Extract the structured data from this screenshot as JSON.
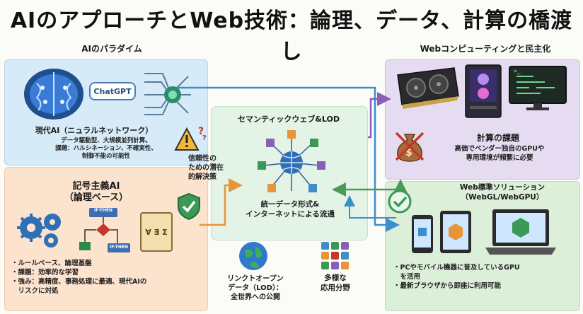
{
  "title": "AIのアプローチとWeb技術：論理、データ、計算の橋渡し",
  "ai_paradigm": {
    "heading": "AIのパラダイム",
    "chat_bubble": "ChatGPT",
    "modern_ai_heading": "現代AI（ニュラルネットワーク）",
    "modern_ai_lines": [
      "データ駆動型、大規模並列計算。",
      "課題：ハルシネーション、不確実性、",
      "制御不能の可能性"
    ],
    "symbolic_heading_1": "記号主義AI",
    "symbolic_heading_2": "（論理ベース）",
    "if_then_top": "IF-THEN",
    "if_then_bottom": "IF-THEN",
    "scroll_glyphs": "∀ ∃ Σ",
    "symbolic_lines": [
      "・ルールベース、論理基盤",
      "・課題：効率的な学習",
      "・強み：高精度、事務処理に最適、現代AIの",
      "　リスクに対処"
    ]
  },
  "bridge": {
    "lines": [
      "信頼性の",
      "ための潜在",
      "的解決策"
    ]
  },
  "semantic_web": {
    "heading": "セマンティックウェブ&LOD",
    "lines": [
      "統一データ形式&",
      "インターネットによる流通"
    ],
    "lod_lines": [
      "リンクトオープン",
      "データ（LOD）：",
      "全世界への公開"
    ],
    "apps_lines": [
      "多様な",
      "応用分野"
    ]
  },
  "web_computing": {
    "heading": "Webコンピューティングと民主化",
    "problem_heading": "計算の課題",
    "problem_lines": [
      "高価でベンダー独自のGPUや",
      "専用環境が頻繁に必要"
    ],
    "terminal_prompt": ">_",
    "solution_heading_1": "Web標準ソリューション",
    "solution_heading_2": "（WebGL/WebGPU）",
    "solution_lines": [
      "・PCやモバイル機器に普及しているGPU",
      "　を活用",
      "・最新ブラウザから即座に利用可能"
    ]
  },
  "colors": {
    "ai_panel": "#d6eaf8",
    "symbolic_panel": "#fbe3cd",
    "semantic_panel": "#e3f3e6",
    "compute_panel": "#e6dcf2",
    "standard_panel": "#dcefd9",
    "arrow_blue": "#3d8ec9",
    "arrow_orange": "#e8953a",
    "arrow_purple": "#8a5fb8",
    "arrow_green": "#4a9a5a"
  }
}
